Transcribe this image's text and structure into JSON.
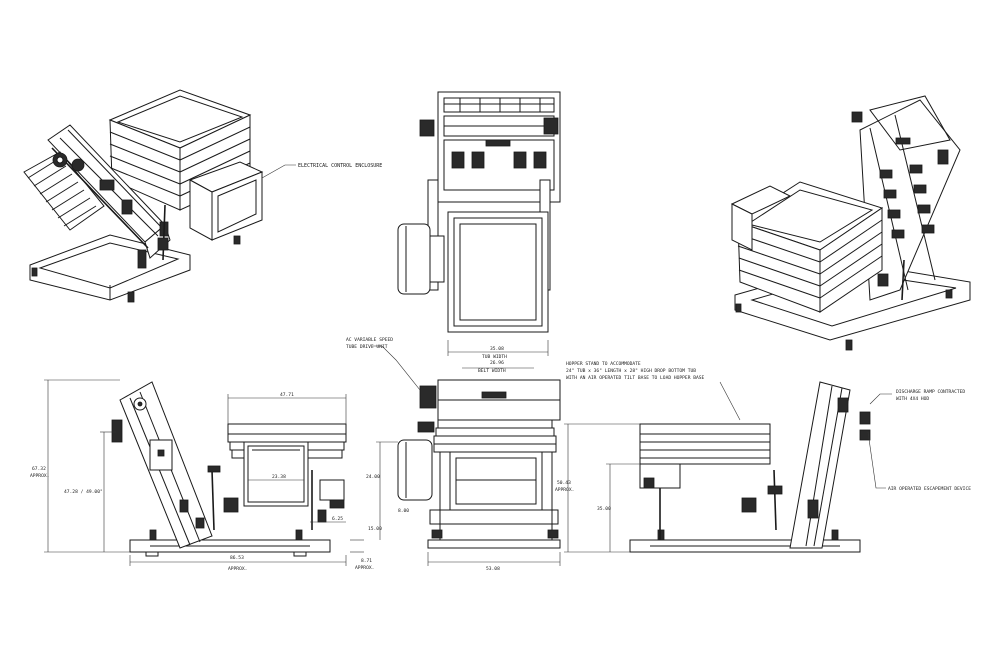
{
  "annotations": {
    "electrical_enclosure": "ELECTRICAL CONTROL ENCLOSURE",
    "ac_drive_line1": "AC VARIABLE SPEED",
    "ac_drive_line2": "TUBE DRIVE UNIT",
    "hopper_stand_line1": "HOPPER STAND TO ACCOMMODATE",
    "hopper_stand_line2": "24\" TUB x 36\" LENGTH x 28\" HIGH DROP BOTTOM TUB",
    "hopper_stand_line3": "WITH AN AIR OPERATED TILT BASE TO LOAD HOPPER BASE",
    "discharge_line1": "DISCHARGE RAMP CONTRACTED",
    "discharge_line2": "WITH 4X4 HOD",
    "escapement": "AIR OPERATED ESCAPEMENT DEVICE"
  },
  "dimensions": {
    "overall_height": "67.32",
    "overall_height_note": "APPROX.",
    "discharge_height": "47.28 / 49.00\"",
    "overall_length": "86.53",
    "overall_length_note": "APPROX.",
    "hopper_width": "47.71",
    "tub_inner": "23.38",
    "side_offset": "6.25",
    "foot_height": "8.71",
    "foot_height_note": "APPROX.",
    "tub_width_value": "35.08",
    "tub_width_label": "TUB WIDTH",
    "belt_width_value": "26.96",
    "belt_width_label": "BELT WIDTH",
    "front_height_upper": "24.00",
    "front_offset": "8.00",
    "front_base_height": "15.00",
    "front_overall_width": "53.08",
    "right_overall_height": "50.43",
    "right_overall_note": "APPROX.",
    "right_stand_height": "35.00"
  }
}
